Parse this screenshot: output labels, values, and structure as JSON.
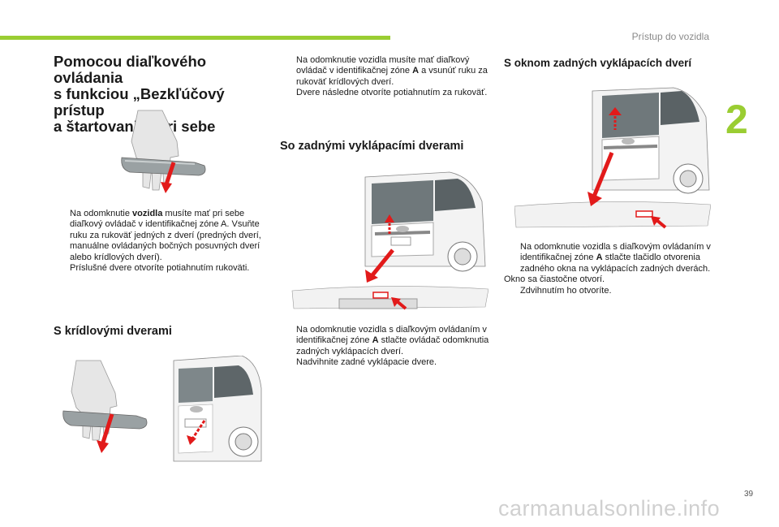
{
  "header": {
    "section_label": "Prístup do vozidla",
    "chapter_number": "2",
    "accent_color": "#9acd32"
  },
  "col1": {
    "title_lines": [
      "Pomocou diaľkového ovládania",
      "s funkciou „Bezkľúčový prístup",
      "a štartovanie“ pri sebe"
    ],
    "bullets": [
      {
        "mark": "",
        "pre": "Na odomknutie ",
        "bold": "vozidla",
        "post": " musíte mať pri sebe diaľkový ovládač v identifikačnej zóne A. Vsuňte ruku za rukoväť jedných z dverí (predných dverí, manuálne ovládaných bočných posuvných dverí alebo krídlových dverí)."
      },
      {
        "mark": "",
        "text": "Príslušné dvere otvoríte potiahnutím rukoväti."
      }
    ],
    "subtitle": "S krídlovými dverami"
  },
  "col2": {
    "bullets_top": [
      {
        "mark": "",
        "pre": "Na odomknutie vozidla musíte mať diaľkový ovládač v identifikačnej zóne ",
        "bold": "A",
        "post": " a vsunúť ruku za rukoväť krídlových dverí."
      },
      {
        "mark": "",
        "text": "Dvere následne otvoríte potiahnutím za rukoväť."
      }
    ],
    "subtitle": "So zadnými vyklápacími dverami",
    "bullets_bottom": [
      {
        "mark": "",
        "pre": "Na odomknutie vozidla s diaľkovým ovládaním v identifikačnej zóne ",
        "bold": "A",
        "post": " stlačte ovládač odomknutia zadných vyklápacích dverí."
      },
      {
        "mark": "",
        "text": "Nadvihnite zadné vyklápacie dvere."
      }
    ]
  },
  "col3": {
    "subtitle": "S oknom  zadných vyklápacích dverí",
    "bullet1": {
      "mark": "",
      "pre": "Na odomknutie vozidla s diaľkovým ovládaním v identifikačnej zóne ",
      "bold": "A",
      "post": " stlačte tlačidlo otvorenia zadného okna na vyklápacích zadných dverách."
    },
    "plain": "Okno sa čiastočne otvorí.",
    "bullet2": {
      "mark": "",
      "text": "Zdvihnutím ho otvoríte."
    }
  },
  "footer": {
    "page_number": "39",
    "watermark": "carmanualsonline.info"
  }
}
